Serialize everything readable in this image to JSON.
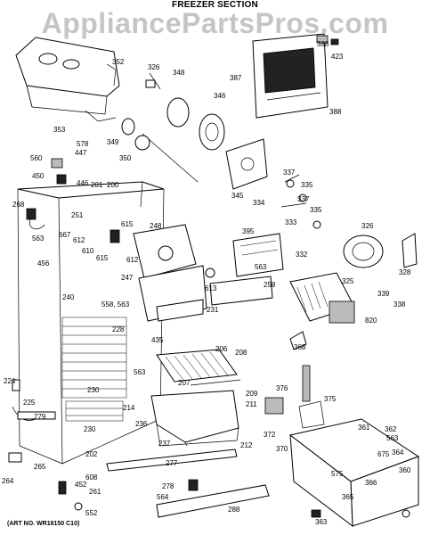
{
  "header": {
    "title": "FREEZER SECTION"
  },
  "watermark": {
    "text": "AppliancePartsPros.com"
  },
  "footer": {
    "art_no": "(ART NO. WR18150 C10)"
  },
  "callouts": [
    "352",
    "326",
    "348",
    "346",
    "349",
    "350",
    "353",
    "578",
    "447",
    "560",
    "450",
    "446",
    "268",
    "563",
    "201",
    "200",
    "251",
    "667",
    "612",
    "615",
    "610",
    "615",
    "612",
    "248",
    "456",
    "240",
    "558, 563",
    "228",
    "230",
    "613",
    "247",
    "231",
    "435",
    "563",
    "224",
    "225",
    "279",
    "230",
    "214",
    "202",
    "236",
    "265",
    "264",
    "608",
    "452",
    "261",
    "552",
    "237",
    "212",
    "211",
    "209",
    "207",
    "206",
    "208",
    "277",
    "278",
    "564",
    "288",
    "387",
    "388",
    "423",
    "388",
    "345",
    "334",
    "337",
    "335",
    "337",
    "333",
    "335",
    "326",
    "332",
    "395",
    "563",
    "258",
    "325",
    "328",
    "339",
    "338",
    "820",
    "368",
    "376",
    "375",
    "372",
    "370",
    "361",
    "362",
    "563",
    "364",
    "675",
    "360",
    "575",
    "366",
    "365",
    "363"
  ]
}
